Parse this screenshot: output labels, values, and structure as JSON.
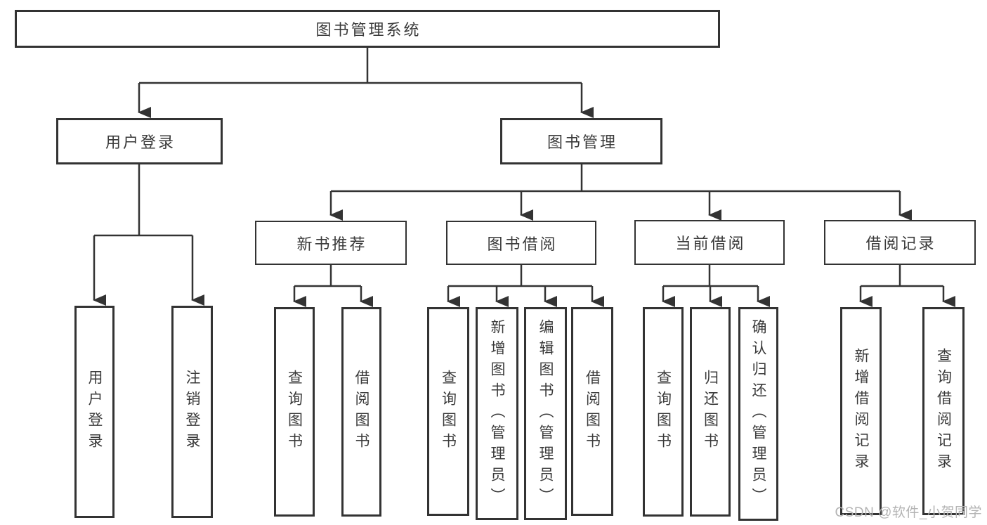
{
  "diagram": {
    "root": {
      "label": "图书管理系统"
    },
    "user_login": {
      "label": "用户登录",
      "children": {
        "login": {
          "label": "用户登录"
        },
        "logout": {
          "label": "注销登录"
        }
      }
    },
    "book_mgmt": {
      "label": "图书管理",
      "children": {
        "new_book": {
          "label": "新书推荐",
          "children": {
            "query_book": {
              "label": "查询图书"
            },
            "borrow_book": {
              "label": "借阅图书"
            }
          }
        },
        "book_borrow": {
          "label": "图书借阅",
          "children": {
            "query_book": {
              "label": "查询图书"
            },
            "add_book": {
              "label": "新增图书（管理员）"
            },
            "edit_book": {
              "label": "编辑图书（管理员）"
            },
            "borrow_book": {
              "label": "借阅图书"
            }
          }
        },
        "current_borrow": {
          "label": "当前借阅",
          "children": {
            "query_book": {
              "label": "查询图书"
            },
            "return_book": {
              "label": "归还图书"
            },
            "confirm_return": {
              "label": "确认归还（管理员）"
            }
          }
        },
        "borrow_record": {
          "label": "借阅记录",
          "children": {
            "add_record": {
              "label": "新增借阅记录"
            },
            "query_record": {
              "label": "查询借阅记录"
            }
          }
        }
      }
    }
  },
  "watermark": {
    "text": "CSDN @软件_小贺同学"
  },
  "colors": {
    "line": "#333333",
    "box_border": "#333333",
    "text": "#3a3a3a",
    "watermark": "#b3b3b3",
    "background": "#ffffff"
  }
}
